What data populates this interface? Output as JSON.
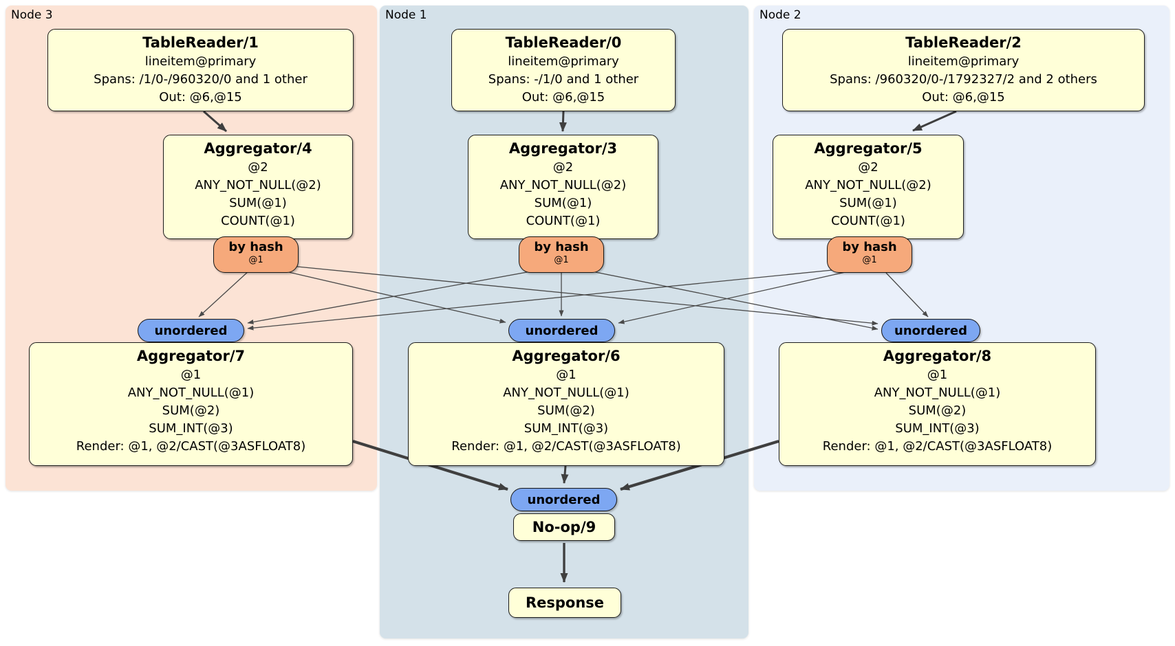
{
  "colors": {
    "region_node3": "#fce3d5",
    "region_node1": "#d4e1e9",
    "region_node2": "#eaf0fa",
    "processor_fill": "#ffffd8",
    "router_fill": "#f6a97b",
    "sync_fill": "#7da7f2",
    "edge": "#444444"
  },
  "node3": {
    "label": "Node 3",
    "tablereader": {
      "title": "TableReader/1",
      "lines": [
        "lineitem@primary",
        "Spans: /1/0-/960320/0 and 1 other",
        "Out: @6,@15"
      ]
    },
    "aggregator_top": {
      "title": "Aggregator/4",
      "lines": [
        "@2",
        "ANY_NOT_NULL(@2)",
        "SUM(@1)",
        "COUNT(@1)"
      ]
    },
    "router": {
      "label": "by hash",
      "key": "@1"
    },
    "sync": {
      "label": "unordered"
    },
    "aggregator_bottom": {
      "title": "Aggregator/7",
      "lines": [
        "@1",
        "ANY_NOT_NULL(@1)",
        "SUM(@2)",
        "SUM_INT(@3)",
        "Render: @1, @2/CAST(@3ASFLOAT8)"
      ]
    }
  },
  "node1": {
    "label": "Node 1",
    "tablereader": {
      "title": "TableReader/0",
      "lines": [
        "lineitem@primary",
        "Spans: -/1/0 and 1 other",
        "Out: @6,@15"
      ]
    },
    "aggregator_top": {
      "title": "Aggregator/3",
      "lines": [
        "@2",
        "ANY_NOT_NULL(@2)",
        "SUM(@1)",
        "COUNT(@1)"
      ]
    },
    "router": {
      "label": "by hash",
      "key": "@1"
    },
    "sync": {
      "label": "unordered"
    },
    "aggregator_bottom": {
      "title": "Aggregator/6",
      "lines": [
        "@1",
        "ANY_NOT_NULL(@1)",
        "SUM(@2)",
        "SUM_INT(@3)",
        "Render: @1, @2/CAST(@3ASFLOAT8)"
      ]
    },
    "final_sync": {
      "label": "unordered"
    },
    "noop": {
      "title": "No-op/9"
    },
    "response": {
      "title": "Response"
    }
  },
  "node2": {
    "label": "Node 2",
    "tablereader": {
      "title": "TableReader/2",
      "lines": [
        "lineitem@primary",
        "Spans: /960320/0-/1792327/2 and 2 others",
        "Out: @6,@15"
      ]
    },
    "aggregator_top": {
      "title": "Aggregator/5",
      "lines": [
        "@2",
        "ANY_NOT_NULL(@2)",
        "SUM(@1)",
        "COUNT(@1)"
      ]
    },
    "router": {
      "label": "by hash",
      "key": "@1"
    },
    "sync": {
      "label": "unordered"
    },
    "aggregator_bottom": {
      "title": "Aggregator/8",
      "lines": [
        "@1",
        "ANY_NOT_NULL(@1)",
        "SUM(@2)",
        "SUM_INT(@3)",
        "Render: @1, @2/CAST(@3ASFLOAT8)"
      ]
    }
  }
}
